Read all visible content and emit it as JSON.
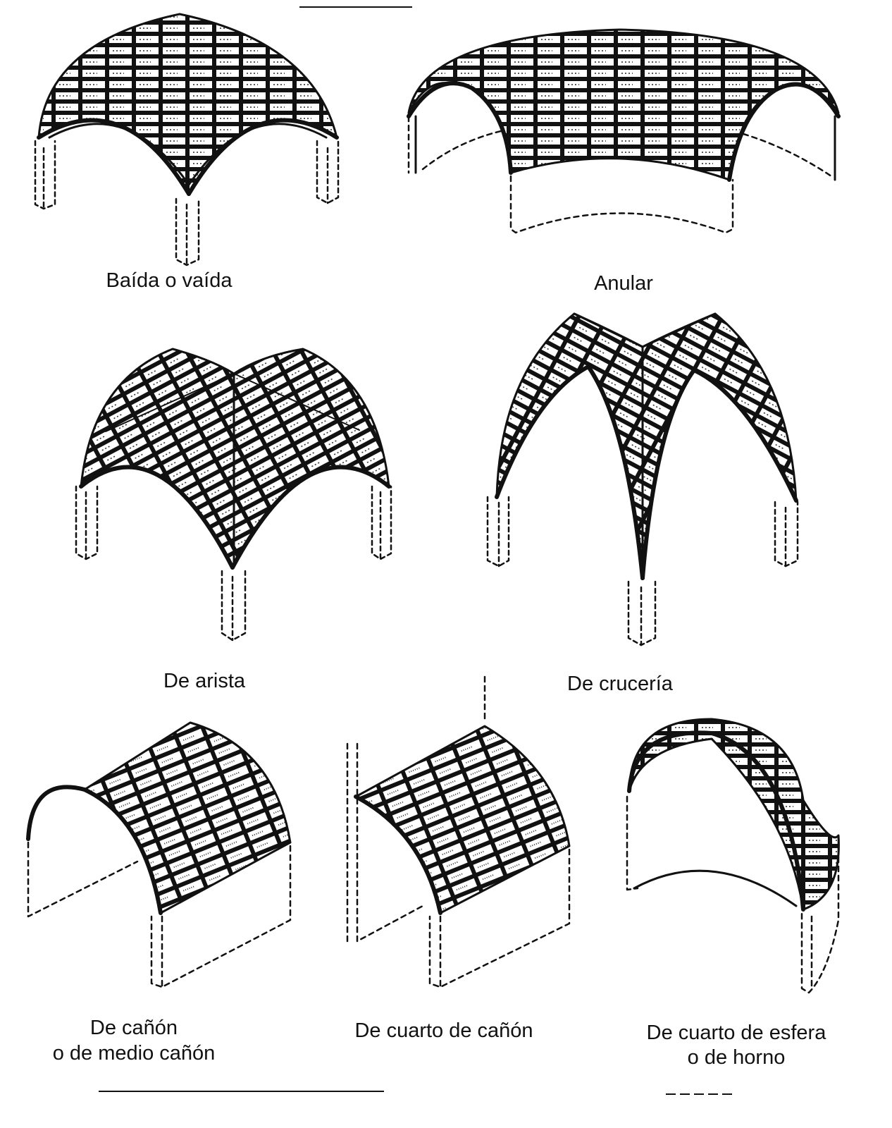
{
  "captions": {
    "baida": "Baída o vaída",
    "anular": "Anular",
    "arista": "De arista",
    "cruceria": "De crucería",
    "canon_1": "De cañón",
    "canon_2": "o de medio cañón",
    "cuarto_canon": "De cuarto de cañón",
    "esfera_1": "De cuarto de esfera",
    "esfera_2": "o de horno"
  },
  "colors": {
    "ink": "#111111",
    "paper": "#ffffff"
  }
}
